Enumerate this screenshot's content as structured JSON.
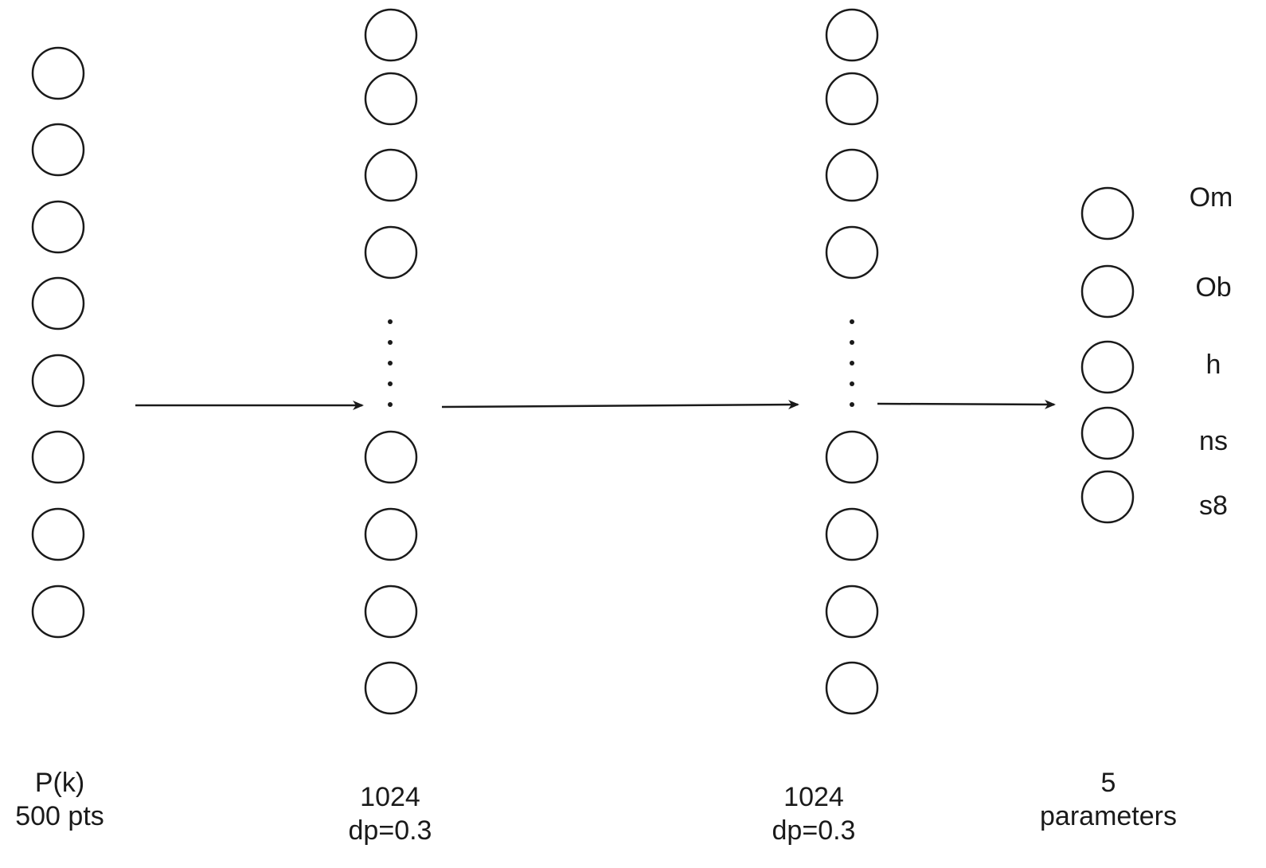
{
  "diagram": {
    "layers": [
      {
        "id": "input",
        "line1": "P(k)",
        "line2": "500 pts"
      },
      {
        "id": "hidden1",
        "line1": "1024",
        "line2": "dp=0.3"
      },
      {
        "id": "hidden2",
        "line1": "1024",
        "line2": "dp=0.3"
      },
      {
        "id": "output",
        "line1": "5",
        "line2": "parameters"
      }
    ],
    "outputs": [
      "Om",
      "Ob",
      "h",
      "ns",
      "s8"
    ],
    "colors": {
      "stroke": "#1a1a1a",
      "background": "#ffffff"
    }
  }
}
